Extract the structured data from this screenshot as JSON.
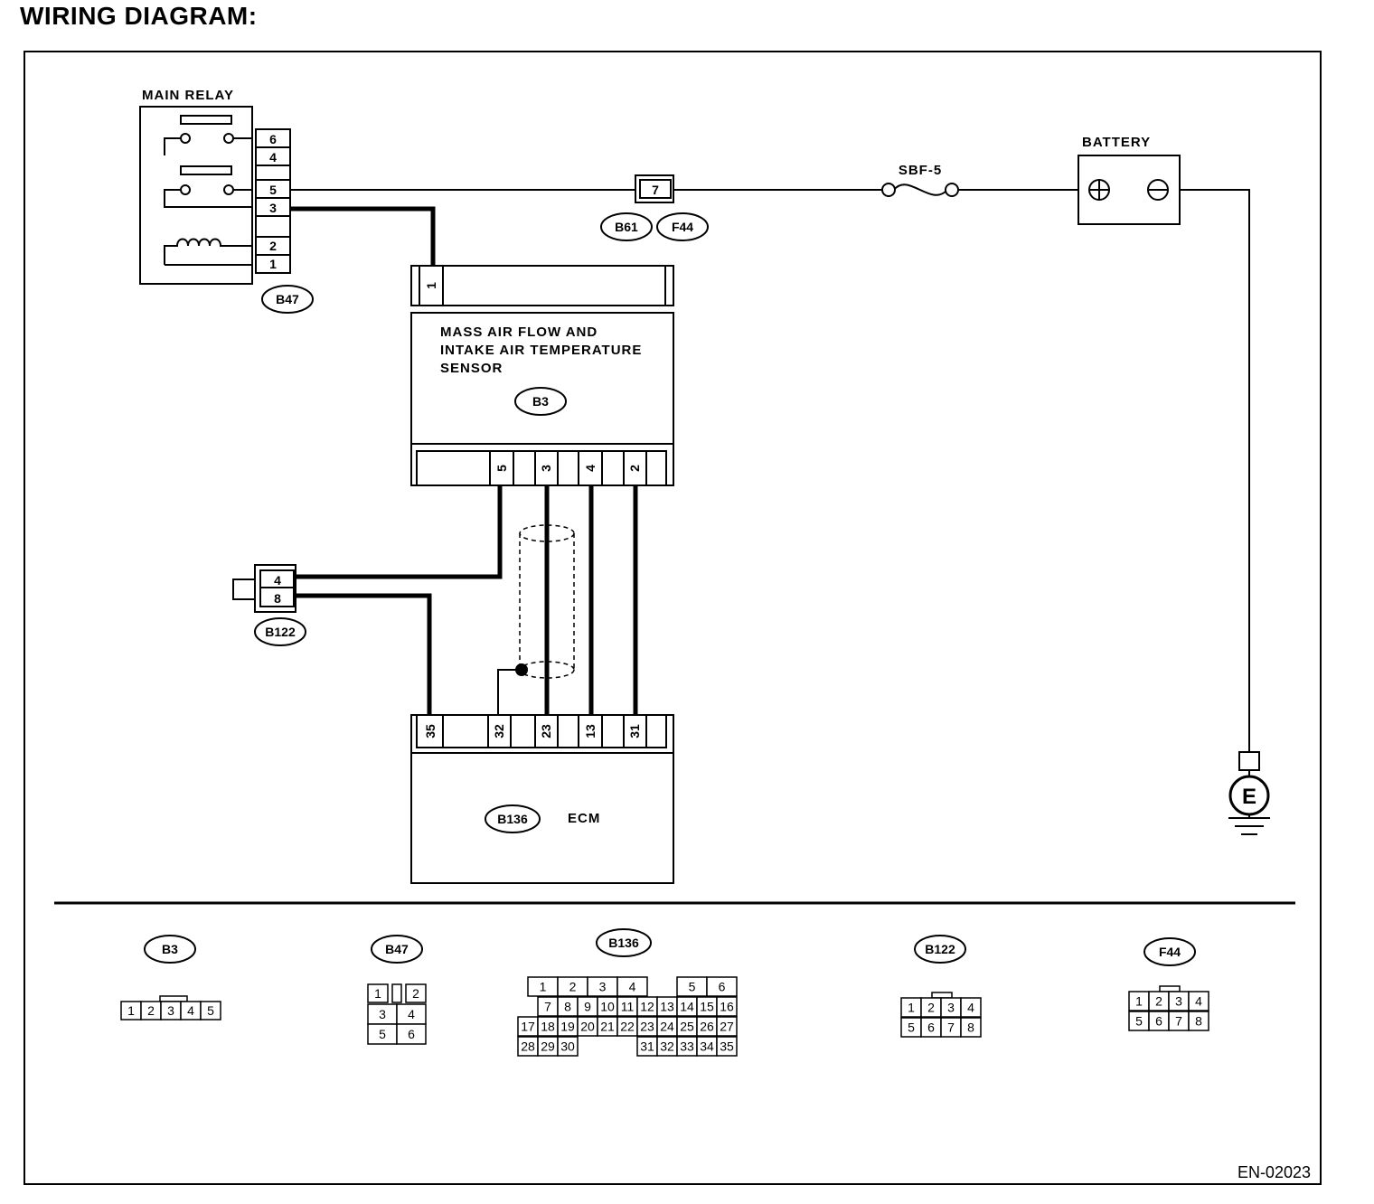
{
  "title": "WIRING DIAGRAM:",
  "doc_id": "EN-02023",
  "colors": {
    "ink": "#000000",
    "paper": "#ffffff"
  },
  "main_relay": {
    "label": "MAIN RELAY",
    "connector": "B47",
    "pins": [
      "6",
      "4",
      "5",
      "3",
      "2",
      "1"
    ]
  },
  "maf_sensor": {
    "label_lines": [
      "MASS AIR FLOW AND",
      "INTAKE AIR TEMPERATURE",
      "SENSOR"
    ],
    "connector": "B3",
    "top_pins": [
      "1"
    ],
    "bottom_pins": [
      "5",
      "3",
      "4",
      "2"
    ]
  },
  "joint_connector": {
    "pin": "7",
    "tags": [
      "B61",
      "F44"
    ]
  },
  "fuse": {
    "label": "SBF-5"
  },
  "battery": {
    "label": "BATTERY"
  },
  "ground": {
    "label": "E"
  },
  "b122": {
    "connector": "B122",
    "pins": [
      "4",
      "8"
    ]
  },
  "ecm": {
    "label": "ECM",
    "connector": "B136",
    "pins": [
      "35",
      "32",
      "23",
      "13",
      "31"
    ]
  },
  "connector_views": [
    {
      "id": "B3",
      "rows": [
        [
          "1",
          "2",
          "3",
          "4",
          "5"
        ]
      ]
    },
    {
      "id": "B47",
      "rows": [
        [
          "1",
          "",
          "2"
        ],
        [
          "3",
          "4"
        ],
        [
          "5",
          "6"
        ]
      ]
    },
    {
      "id": "B136",
      "rows": [
        [
          "1",
          "2",
          "3",
          "4",
          "5",
          "6"
        ],
        [
          "7",
          "8",
          "9",
          "10",
          "11",
          "12",
          "13",
          "14",
          "15",
          "16"
        ],
        [
          "17",
          "18",
          "19",
          "20",
          "21",
          "22",
          "23",
          "24",
          "25",
          "26",
          "27"
        ],
        [
          "28",
          "29",
          "30",
          "31",
          "32",
          "33",
          "34",
          "35"
        ]
      ]
    },
    {
      "id": "B122",
      "rows": [
        [
          "1",
          "2",
          "3",
          "4"
        ],
        [
          "5",
          "6",
          "7",
          "8"
        ]
      ]
    },
    {
      "id": "F44",
      "rows": [
        [
          "1",
          "2",
          "3",
          "4"
        ],
        [
          "5",
          "6",
          "7",
          "8"
        ]
      ]
    }
  ]
}
